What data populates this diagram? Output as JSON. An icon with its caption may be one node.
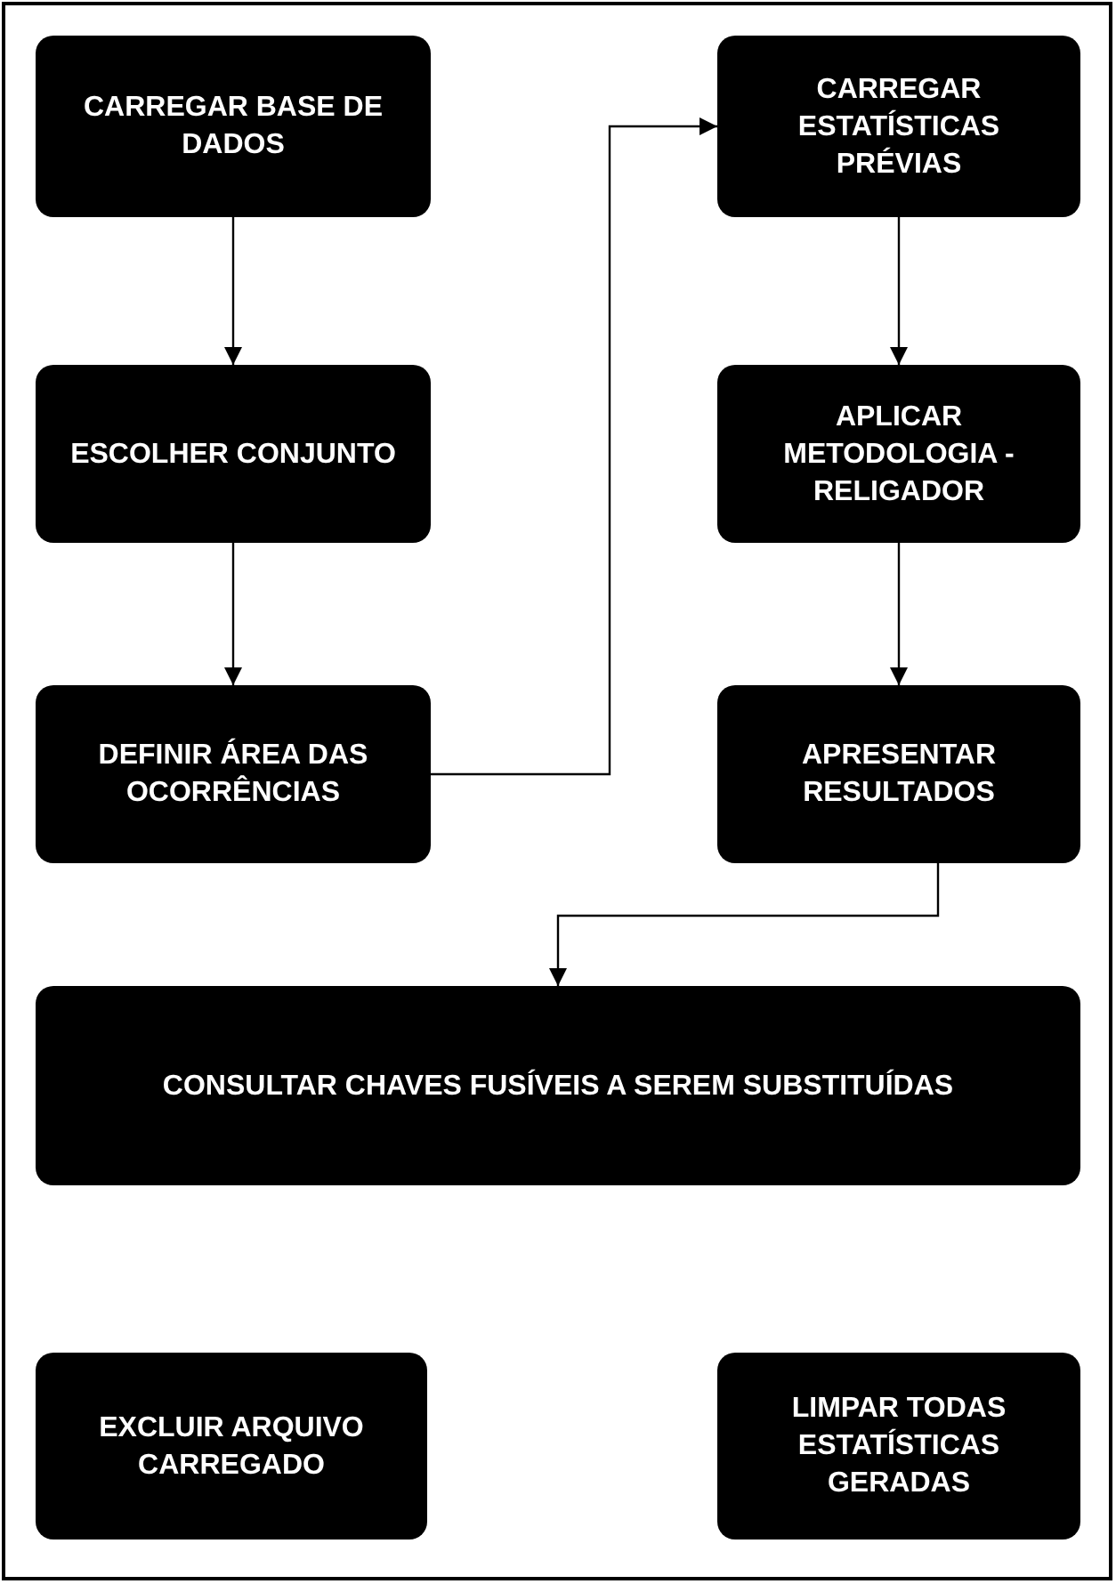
{
  "diagram": {
    "nodes": [
      {
        "text": [
          "CARREGAR BASE DE DADOS"
        ]
      },
      {
        "text": [
          "ESCOLHER CONJUNTO"
        ]
      },
      {
        "text": [
          "DEFINIR ÁREA DAS OCORRÊNCIAS"
        ]
      },
      {
        "text": [
          "CARREGAR ESTATÍSTICAS PRÉVIAS"
        ]
      },
      {
        "text": [
          "APLICAR METODOLOGIA - RELIGADOR"
        ]
      },
      {
        "text": [
          "APRESENTAR RESULTADOS"
        ]
      },
      {
        "text": [
          "CONSULTAR CHAVES FUSÍVEIS A SEREM SUBSTITUÍDAS"
        ]
      },
      {
        "text": [
          "EXCLUIR ARQUIVO CARREGADO"
        ]
      },
      {
        "text": [
          "LIMPAR TODAS ESTATÍSTICAS GERADAS"
        ]
      }
    ],
    "edges": [
      {
        "from": 0,
        "to": 1,
        "arrow": "to"
      },
      {
        "from": 1,
        "to": 2,
        "arrow": "to"
      },
      {
        "from": 2,
        "to": 3,
        "arrow": "to"
      },
      {
        "from": 3,
        "to": 4,
        "arrow": "to"
      },
      {
        "from": 4,
        "to": 5,
        "arrow": "to"
      },
      {
        "from": 5,
        "to": 6,
        "arrow": "to"
      }
    ]
  }
}
